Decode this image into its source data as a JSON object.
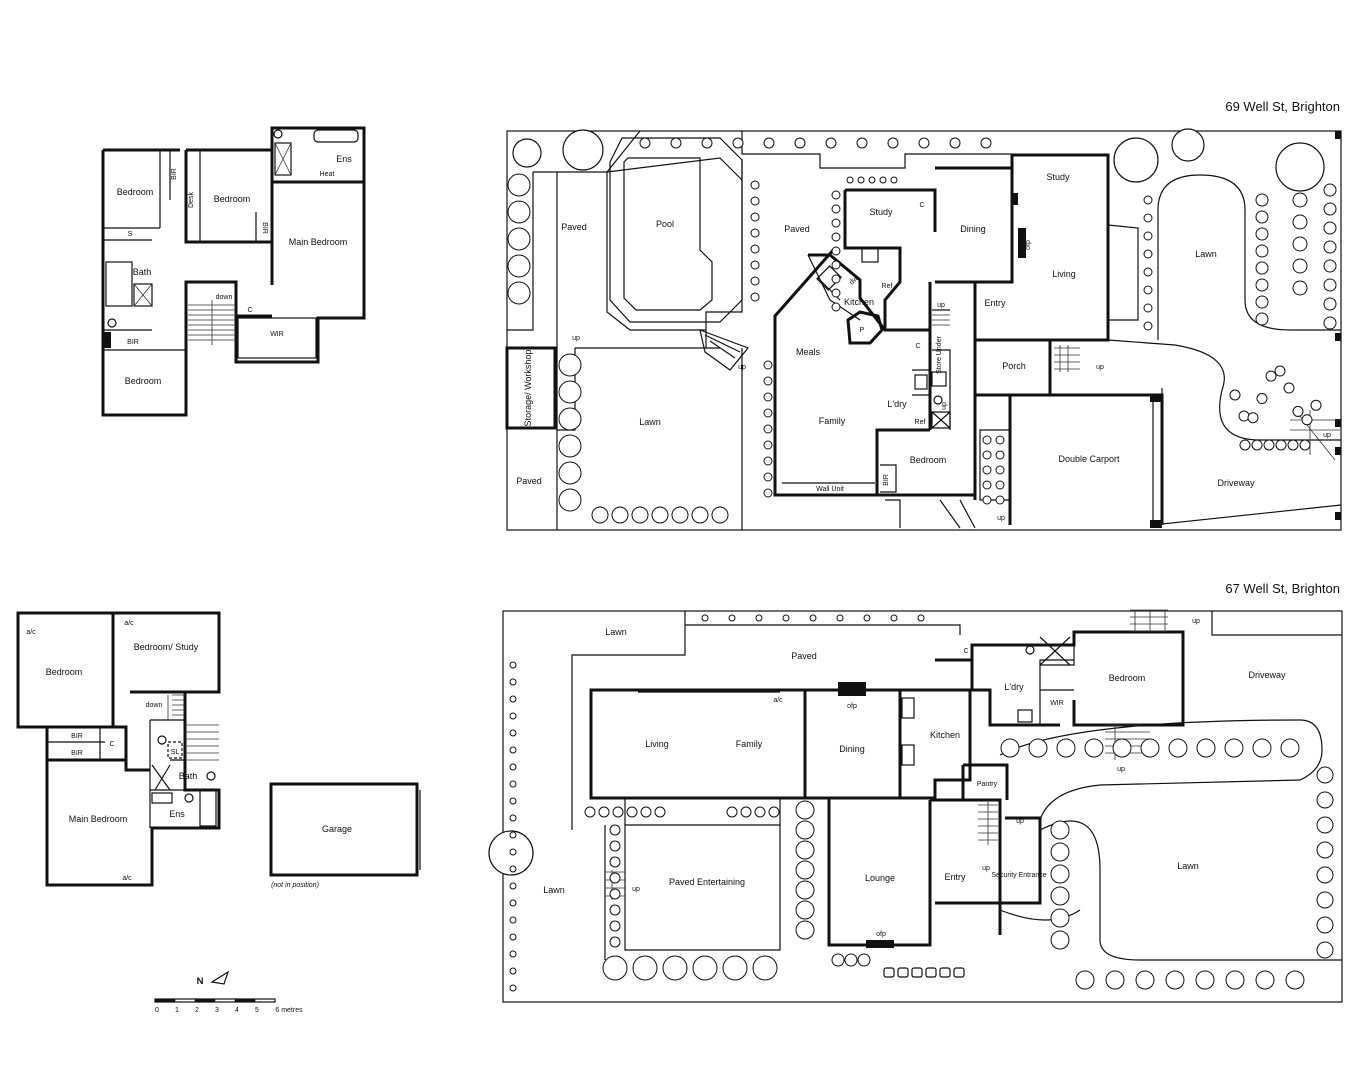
{
  "titles": {
    "house69": "69 Well St, Brighton",
    "house67": "67 Well St, Brighton"
  },
  "upper69": {
    "bedroom_nw": "Bedroom",
    "bedroom_mid": "Bedroom",
    "main_bedroom": "Main Bedroom",
    "ens": "Ens",
    "heat": "Heat",
    "desk": "Desk",
    "bir1": "BIR",
    "bir2": "BIR",
    "bir3": "BIR",
    "s": "S",
    "bath": "Bath",
    "down": "down",
    "c": "C",
    "wir": "WIR",
    "bedroom_sw": "Bedroom"
  },
  "ground69": {
    "paved_w": "Paved",
    "pool": "Pool",
    "paved_mid": "Paved",
    "study_small": "Study",
    "c1": "C",
    "dining": "Dining",
    "study": "Study",
    "ofp": "ofp",
    "living": "Living",
    "lawn_e": "Lawn",
    "dw": "dw",
    "ref1": "Ref",
    "kitchen": "Kitchen",
    "p": "P",
    "up_entry": "up",
    "entry": "Entry",
    "meals": "Meals",
    "c2": "C",
    "store_under": "Store Under",
    "porch": "Porch",
    "up_porch": "up",
    "up_pool": "up",
    "up_lawn": "up",
    "storage": "Storage/ Workshop",
    "lawn_w": "Lawn",
    "family": "Family",
    "ldry": "L'dry",
    "up_ldry": "up",
    "ref2": "Ref",
    "double_carport": "Double Carport",
    "up_drive": "up",
    "paved_sw": "Paved",
    "wall_unit": "Wall Unit",
    "bir": "BIR",
    "bedroom": "Bedroom",
    "driveway": "Driveway",
    "up_carport": "up"
  },
  "upper67": {
    "bedroom_w": "Bedroom",
    "ac1": "a/c",
    "ac2": "a/c",
    "bedroom_study": "Bedroom/ Study",
    "down": "down",
    "bir1": "BIR",
    "bir2": "BIR",
    "c": "C",
    "sl": "SL",
    "bath": "Bath",
    "main_bedroom": "Main Bedroom",
    "ens": "Ens",
    "ac3": "a/c",
    "garage": "Garage",
    "not_in_position": "(not in position)"
  },
  "ground67": {
    "lawn_nw": "Lawn",
    "paved": "Paved",
    "up_top": "up",
    "c": "C",
    "ldry": "L'dry",
    "wir": "WIR",
    "bedroom": "Bedroom",
    "driveway": "Driveway",
    "ac": "a/c",
    "ofp_top": "ofp",
    "living": "Living",
    "family": "Family",
    "dining": "Dining",
    "kitchen": "Kitchen",
    "up_bed": "up",
    "pantry": "Pantry",
    "up_entry": "up",
    "up_sec": "up",
    "lawn_w": "Lawn",
    "up_paved": "up",
    "paved_ent": "Paved Entertaining",
    "lounge": "Lounge",
    "entry": "Entry",
    "security": "Security Entrance",
    "lawn_e": "Lawn",
    "ofp_bottom": "ofp"
  },
  "scale": {
    "north": "N",
    "ticks": [
      "0",
      "1",
      "2",
      "3",
      "4",
      "5",
      "6 metres"
    ]
  }
}
